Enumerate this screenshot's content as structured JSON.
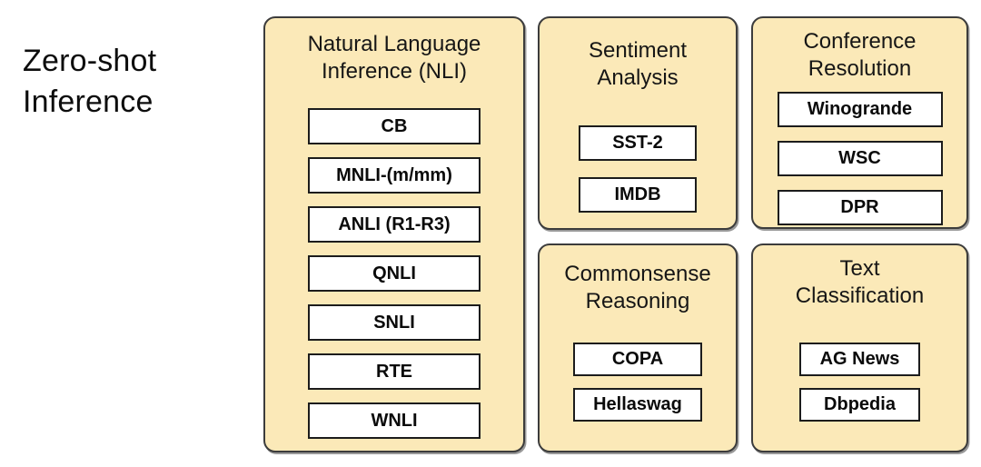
{
  "label": {
    "lines": [
      "Zero-shot",
      "Inference"
    ]
  },
  "colors": {
    "group_fill": "#FBE9B8",
    "group_border": "#3c3c3c",
    "item_fill": "#ffffff",
    "item_border": "#1c1c1c",
    "text": "#0d0d0d"
  },
  "groups": [
    {
      "title_lines": [
        "Natural Language",
        "Inference (NLI)"
      ],
      "items": [
        "CB",
        "MNLI-(m/mm)",
        "ANLI (R1-R3)",
        "QNLI",
        "SNLI",
        "RTE",
        "WNLI"
      ]
    },
    {
      "title_lines": [
        "Sentiment",
        "Analysis"
      ],
      "items": [
        "SST-2",
        "IMDB"
      ]
    },
    {
      "title_lines": [
        "Conference",
        "Resolution"
      ],
      "items": [
        "Winogrande",
        "WSC",
        "DPR"
      ]
    },
    {
      "title_lines": [
        "Commonsense",
        "Reasoning"
      ],
      "items": [
        "COPA",
        "Hellaswag"
      ]
    },
    {
      "title_lines": [
        "Text",
        "Classification"
      ],
      "items": [
        "AG News",
        "Dbpedia"
      ]
    }
  ]
}
